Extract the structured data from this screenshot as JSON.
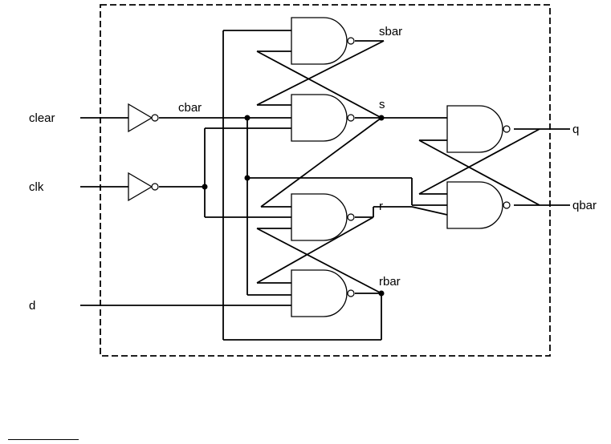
{
  "diagram": {
    "inputs": {
      "clear": "clear",
      "clk": "clk",
      "d": "d"
    },
    "nodes": {
      "cbar": "cbar",
      "sbar": "sbar",
      "s": "s",
      "r": "r",
      "rbar": "rbar"
    },
    "outputs": {
      "q": "q",
      "qbar": "qbar"
    },
    "gates": [
      {
        "type": "nand",
        "role": "sbar-gate"
      },
      {
        "type": "nand",
        "role": "s-gate"
      },
      {
        "type": "nand",
        "role": "r-gate"
      },
      {
        "type": "nand",
        "role": "rbar-gate"
      },
      {
        "type": "nand",
        "role": "q-gate"
      },
      {
        "type": "nand",
        "role": "qbar-gate"
      },
      {
        "type": "not",
        "role": "clear-inverter"
      },
      {
        "type": "not",
        "role": "clk-inverter"
      }
    ]
  }
}
